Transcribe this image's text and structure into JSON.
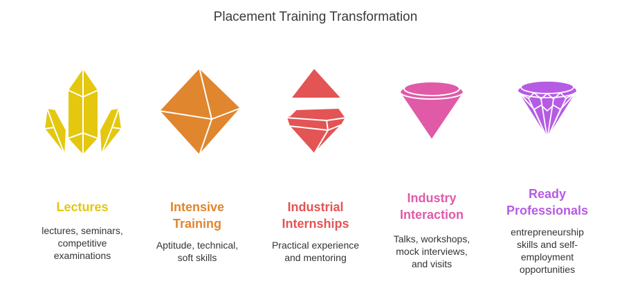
{
  "title": "Placement Training Transformation",
  "colors": {
    "yellow": "#E3C80F",
    "orange": "#E0862F",
    "red": "#E35454",
    "pink": "#E05AA8",
    "purple": "#B65BE3"
  },
  "stages": [
    {
      "icon": "crystal-cluster-icon",
      "heading_lines": [
        "Lectures"
      ],
      "description_lines": [
        "lectures, seminars,",
        "competitive",
        "examinations"
      ]
    },
    {
      "icon": "octahedron-gem-icon",
      "heading_lines": [
        "Intensive",
        "Training"
      ],
      "description_lines": [
        "Aptitude, technical,",
        "soft skills"
      ]
    },
    {
      "icon": "split-gem-icon",
      "heading_lines": [
        "Industrial",
        "Internships"
      ],
      "description_lines": [
        "Practical experience",
        "and mentoring"
      ]
    },
    {
      "icon": "cone-gem-icon",
      "heading_lines": [
        "Industry",
        "Interaction"
      ],
      "description_lines": [
        "Talks, workshops,",
        "mock interviews,",
        "and visits"
      ]
    },
    {
      "icon": "cut-diamond-icon",
      "heading_lines": [
        "Ready",
        "Professionals"
      ],
      "description_lines": [
        "entrepreneurship",
        "skills and self-",
        "employment",
        "opportunities"
      ]
    }
  ]
}
